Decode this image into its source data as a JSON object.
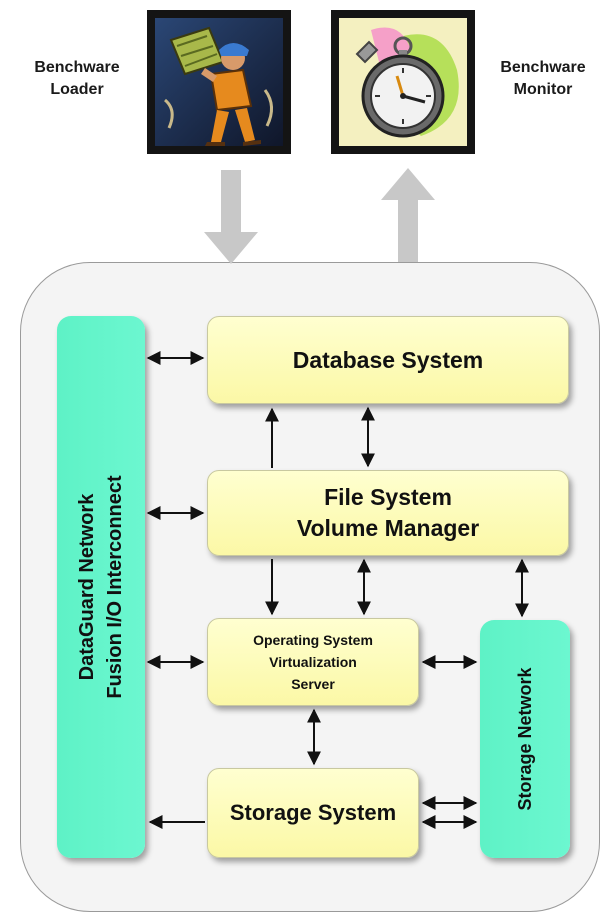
{
  "labels": {
    "loader": [
      "Benchware",
      "Loader"
    ],
    "monitor": [
      "Benchware",
      "Monitor"
    ]
  },
  "icons": {
    "loader": "worker-carrying-box-icon",
    "monitor": "stopwatch-icon"
  },
  "components": {
    "database": [
      "Database System"
    ],
    "filesystem": [
      "File System",
      "Volume Manager"
    ],
    "os": [
      "Operating System",
      "Virtualization",
      "Server"
    ],
    "storage": [
      "Storage System"
    ],
    "interconnect": [
      "DataGuard Network",
      "Fusion I/O Interconnect"
    ],
    "storage_network": [
      "Storage Network"
    ]
  },
  "colors": {
    "component_fill": "#fbf8a6",
    "network_fill": "#62f4ca",
    "panel_fill": "#f4f4f4",
    "flow_arrow": "#c8c8c8",
    "connector": "#111111"
  }
}
